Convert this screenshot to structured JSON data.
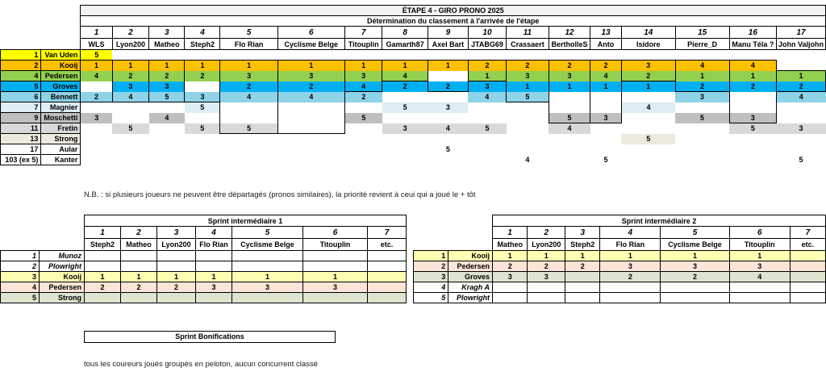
{
  "main": {
    "title": "ÉTAPE 4 - GIRO PRONO 2025",
    "subtitle": "Détermination du classement à l'arrivée de l'étape",
    "column_numbers": [
      "1",
      "2",
      "3",
      "4",
      "5",
      "6",
      "7",
      "8",
      "9",
      "10",
      "11",
      "12",
      "13",
      "14",
      "15",
      "16",
      "17"
    ],
    "players": [
      "WLS",
      "Lyon200",
      "Matheo",
      "Steph2",
      "Flo Rian",
      "Cyclisme Belge",
      "Titouplin",
      "Gamarth87",
      "Axel Bart",
      "JTABG69",
      "Crassaert",
      "BertholleS",
      "Anto",
      "Isidore",
      "Pierre_D",
      "Manu Téla ?",
      "John Valjohn"
    ],
    "rows": [
      {
        "rank": "1",
        "rider": "Van Uden",
        "rank_fill": "c-yellow",
        "name_fill": "c-yellow",
        "row_fill": "c-yellow",
        "values": [
          "5",
          "",
          "",
          "",
          "",
          "",
          "",
          "",
          "",
          "",
          "",
          "",
          "",
          "",
          "",
          "",
          ""
        ]
      },
      {
        "rank": "2",
        "rider": "Kooij",
        "rank_fill": "c-orange",
        "name_fill": "c-orange",
        "row_fill": "c-orange",
        "values": [
          "1",
          "1",
          "1",
          "1",
          "1",
          "1",
          "1",
          "1",
          "1",
          "2",
          "2",
          "2",
          "2",
          "3",
          "4",
          "4",
          ""
        ]
      },
      {
        "rank": "4",
        "rider": "Pedersen",
        "rank_fill": "c-green",
        "name_fill": "c-green",
        "row_fill": "c-green",
        "values": [
          "4",
          "2",
          "2",
          "2",
          "3",
          "3",
          "3",
          "4",
          "",
          "1",
          "3",
          "3",
          "4",
          "2",
          "1",
          "1",
          "1"
        ]
      },
      {
        "rank": "5",
        "rider": "Groves",
        "rank_fill": "c-blue",
        "name_fill": "c-blue",
        "row_fill": "c-blue",
        "values": [
          "",
          "3",
          "3",
          "",
          "2",
          "2",
          "4",
          "2",
          "2",
          "3",
          "1",
          "1",
          "1",
          "1",
          "2",
          "2",
          "2"
        ]
      },
      {
        "rank": "6",
        "rider": "Bennett",
        "rank_fill": "c-ltblue",
        "name_fill": "c-ltblue",
        "row_fill": "c-ltblue",
        "values": [
          "2",
          "4",
          "5",
          "3",
          "4",
          "4",
          "2",
          "",
          "",
          "4",
          "5",
          "",
          "",
          "",
          "3",
          "",
          "4"
        ]
      },
      {
        "rank": "7",
        "rider": "Magnier",
        "rank_fill": "c-paleblue",
        "name_fill": "c-paleblue",
        "row_fill": "c-paleblue",
        "values": [
          "",
          "",
          "",
          "5",
          "",
          "",
          "",
          "5",
          "3",
          "",
          "",
          "",
          "",
          "4",
          "",
          "",
          ""
        ]
      },
      {
        "rank": "9",
        "rider": "Moschetti",
        "rank_fill": "c-grey",
        "name_fill": "c-grey",
        "row_fill": "c-grey",
        "values": [
          "3",
          "",
          "4",
          "",
          "",
          "",
          "5",
          "",
          "",
          "",
          "",
          "5",
          "3",
          "",
          "5",
          "3",
          ""
        ]
      },
      {
        "rank": "11",
        "rider": "Fretin",
        "rank_fill": "c-ltgrey",
        "name_fill": "c-ltgrey",
        "row_fill": "c-ltgrey",
        "values": [
          "",
          "5",
          "",
          "5",
          "5",
          "",
          "",
          "3",
          "4",
          "5",
          "",
          "4",
          "",
          "",
          "",
          "5",
          "3"
        ]
      },
      {
        "rank": "13",
        "rider": "Strong",
        "rank_fill": "c-beige",
        "name_fill": "c-beige",
        "row_fill": "c-beige",
        "values": [
          "",
          "",
          "",
          "",
          "",
          "",
          "",
          "",
          "",
          "",
          "",
          "",
          "",
          "5",
          "",
          "",
          ""
        ]
      },
      {
        "rank": "17",
        "rider": "Aular",
        "rank_fill": "c-white",
        "name_fill": "c-white",
        "row_fill": "c-none",
        "values": [
          "",
          "",
          "",
          "",
          "",
          "",
          "",
          "",
          "5",
          "",
          "",
          "",
          "",
          "",
          "",
          "",
          ""
        ]
      },
      {
        "rank": "103 (ex 5)",
        "rider": "Kanter",
        "rank_fill": "c-white",
        "name_fill": "c-white",
        "row_fill": "c-none",
        "values": [
          "",
          "",
          "",
          "",
          "",
          "",
          "",
          "",
          "",
          "",
          "4",
          "",
          "5",
          "",
          "",
          "",
          "5"
        ]
      }
    ],
    "note": "N.B. : si plusieurs joueurs ne peuvent être départagés (pronos similaires), la priorité revient à ceui qui a joué le + tôt"
  },
  "sprint1": {
    "title": "Sprint intermédiaire 1",
    "column_numbers": [
      "1",
      "2",
      "3",
      "4",
      "5",
      "6",
      "7"
    ],
    "players": [
      "Steph2",
      "Matheo",
      "Lyon200",
      "Flo Rian",
      "Cyclisme Belge",
      "Titouplin",
      "etc."
    ],
    "rows": [
      {
        "rank": "1",
        "rider": "Munoz",
        "fill": "c-white",
        "italic": true,
        "values": [
          "",
          "",
          "",
          "",
          "",
          "",
          ""
        ]
      },
      {
        "rank": "2",
        "rider": "Plowright",
        "fill": "c-white",
        "italic": true,
        "values": [
          "",
          "",
          "",
          "",
          "",
          "",
          ""
        ]
      },
      {
        "rank": "3",
        "rider": "Kooij",
        "fill": "c-sy",
        "italic": false,
        "values": [
          "1",
          "1",
          "1",
          "1",
          "1",
          "1",
          ""
        ]
      },
      {
        "rank": "4",
        "rider": "Pedersen",
        "fill": "c-sp",
        "italic": false,
        "values": [
          "2",
          "2",
          "2",
          "3",
          "3",
          "3",
          ""
        ]
      },
      {
        "rank": "5",
        "rider": "Strong",
        "fill": "c-sg",
        "italic": false,
        "values": [
          "",
          "",
          "",
          "",
          "",
          "",
          ""
        ]
      }
    ]
  },
  "sprint2": {
    "title": "Sprint intermédiaire 2",
    "column_numbers": [
      "1",
      "2",
      "3",
      "4",
      "5",
      "6",
      "7"
    ],
    "players": [
      "Matheo",
      "Lyon200",
      "Steph2",
      "Flo Rian",
      "Cyclisme Belge",
      "Titouplin",
      "etc."
    ],
    "rows": [
      {
        "rank": "1",
        "rider": "Kooij",
        "fill": "c-sy",
        "italic": false,
        "values": [
          "1",
          "1",
          "1",
          "1",
          "1",
          "1",
          ""
        ]
      },
      {
        "rank": "2",
        "rider": "Pedersen",
        "fill": "c-sp",
        "italic": false,
        "values": [
          "2",
          "2",
          "2",
          "3",
          "3",
          "3",
          ""
        ]
      },
      {
        "rank": "3",
        "rider": "Groves",
        "fill": "c-sg",
        "italic": false,
        "values": [
          "3",
          "3",
          "",
          "2",
          "2",
          "4",
          ""
        ]
      },
      {
        "rank": "4",
        "rider": "Kragh A",
        "fill": "c-white",
        "italic": true,
        "values": [
          "",
          "",
          "",
          "",
          "",
          "",
          ""
        ]
      },
      {
        "rank": "5",
        "rider": "Plowright",
        "fill": "c-white",
        "italic": true,
        "values": [
          "",
          "",
          "",
          "",
          "",
          "",
          ""
        ]
      }
    ]
  },
  "bonifications": {
    "title": "Sprint Bonifications",
    "note": "tous les coureurs joués groupés en peloton, aucun concurrent classé"
  },
  "colors": {
    "yellow": "#ffff00",
    "orange": "#ffc000",
    "green": "#92d050",
    "blue": "#00b0f0",
    "light_blue": "#8ed3e8",
    "pale_blue": "#ddeef5",
    "grey": "#bfbfbf",
    "light_grey": "#d9d9d9",
    "beige": "#eeeae0",
    "sprint_yellow": "#ffffb3",
    "sprint_peach": "#fce4d6",
    "sprint_green": "#dbe5cf"
  }
}
